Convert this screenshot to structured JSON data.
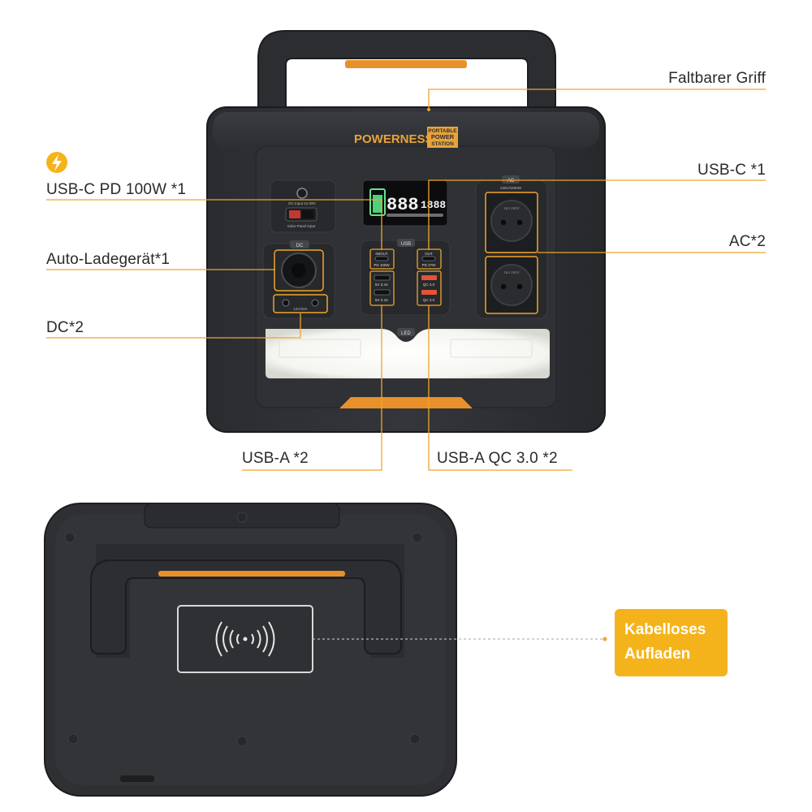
{
  "brand": {
    "logo_text": "POWERNESS",
    "logo_badge_lines": [
      "PORTABLE",
      "POWER",
      "STATION"
    ]
  },
  "device_labels": {
    "display_digits": "888",
    "display_digits_small": "1888",
    "dc_input": "DC Input 12-28V",
    "solar_input": "Solar Panel Input",
    "dc_port": "DC",
    "dc_rating": "12V/10A",
    "usb_button": "USB",
    "usb_c_in_out": "IN/OUT",
    "usb_c_pd100": "PD 100W",
    "usb_c_out": "OUT",
    "usb_c_pd27": "PD 27W",
    "usb_a_rating": "5V 2.4A",
    "usb_qc": "QC 3.0",
    "led_button": "LED",
    "ac_button": "AC",
    "ac_rating": "230V/1500W",
    "socket_rating": "16A 250V"
  },
  "callouts": [
    {
      "id": "griff",
      "text": "Faltbarer Griff"
    },
    {
      "id": "usbc-pd",
      "text": "USB-C PD 100W  *1"
    },
    {
      "id": "usbc",
      "text": "USB-C *1"
    },
    {
      "id": "auto",
      "text": "Auto-Ladegerät*1"
    },
    {
      "id": "ac",
      "text": "AC*2"
    },
    {
      "id": "dc",
      "text": "DC*2"
    },
    {
      "id": "usba",
      "text": "USB-A *2"
    },
    {
      "id": "usba-qc",
      "text": "USB-A  QC 3.0 *2"
    }
  ],
  "wireless_badge": {
    "line1": "Kabelloses",
    "line2": "Aufladen"
  },
  "colors": {
    "accent": "#f5a623",
    "badge": "#f5b31b",
    "body": "#2d2f33",
    "text": "#2a2a2a"
  }
}
